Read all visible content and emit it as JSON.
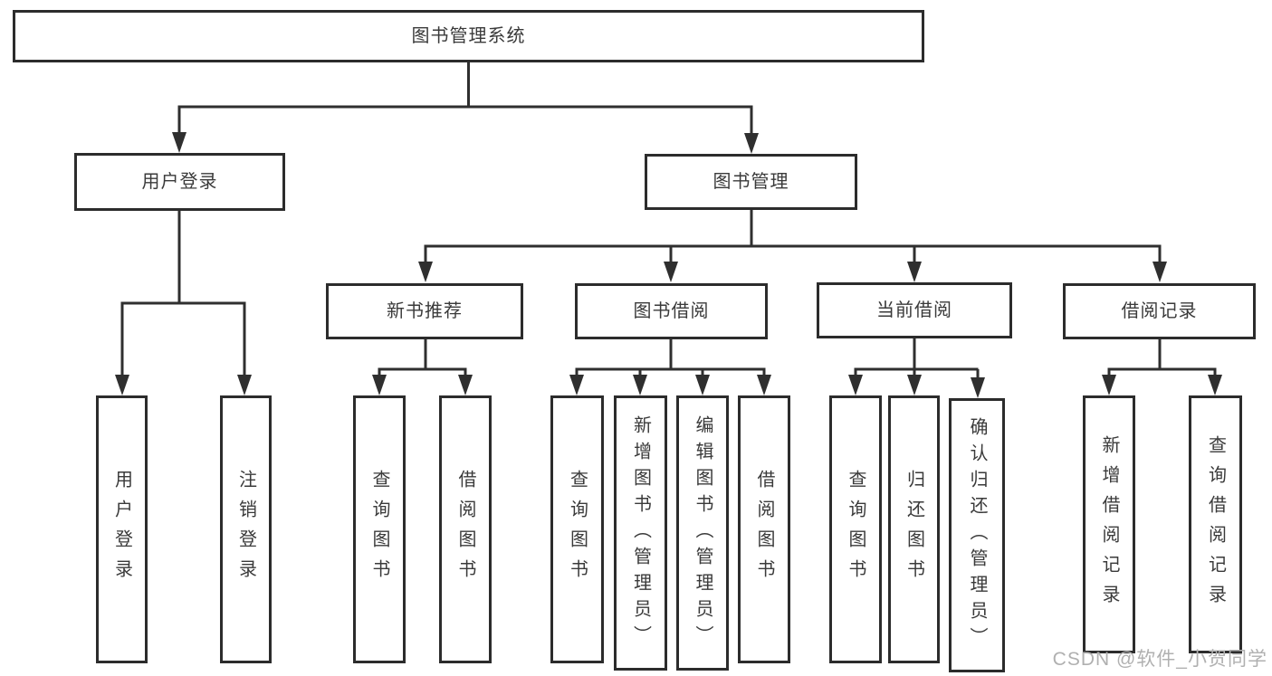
{
  "diagram_type": "hierarchy-tree",
  "colors": {
    "line": "#2f2f2f",
    "box_border": "#2c2c2c",
    "text": "#3a3a3a",
    "background": "#ffffff",
    "watermark": "#b0b0b0"
  },
  "root": {
    "label": "图书管理系统",
    "children": [
      {
        "label": "用户登录",
        "children": [
          {
            "label": "用户登录"
          },
          {
            "label": "注销登录"
          }
        ]
      },
      {
        "label": "图书管理",
        "children": [
          {
            "label": "新书推荐",
            "children": [
              {
                "label": "查询图书"
              },
              {
                "label": "借阅图书"
              }
            ]
          },
          {
            "label": "图书借阅",
            "children": [
              {
                "label": "查询图书"
              },
              {
                "label": "新增图书（管理员）"
              },
              {
                "label": "编辑图书（管理员）"
              },
              {
                "label": "借阅图书"
              }
            ]
          },
          {
            "label": "当前借阅",
            "children": [
              {
                "label": "查询图书"
              },
              {
                "label": "归还图书"
              },
              {
                "label": "确认归还（管理员）"
              }
            ]
          },
          {
            "label": "借阅记录",
            "children": [
              {
                "label": "新增借阅记录"
              },
              {
                "label": "查询借阅记录"
              }
            ]
          }
        ]
      }
    ]
  },
  "watermark": {
    "text": "CSDN @软件_小贺同学"
  }
}
